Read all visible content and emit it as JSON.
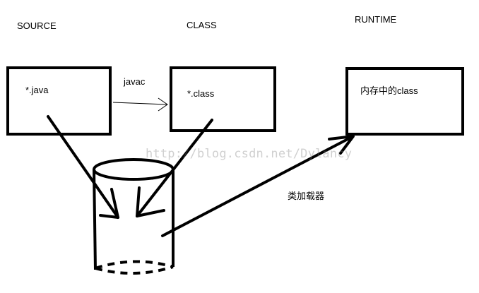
{
  "diagram": {
    "headings": {
      "source": "SOURCE",
      "class": "CLASS",
      "runtime": "RUNTIME"
    },
    "boxes": {
      "source_box": "*.java",
      "class_box": "*.class",
      "runtime_box": "内存中的class"
    },
    "edge_labels": {
      "javac": "javac",
      "class_loader": "类加载器"
    },
    "watermark": "http://blog.csdn.net/Dylancy"
  },
  "colors": {
    "stroke": "#000000",
    "background": "#ffffff"
  }
}
